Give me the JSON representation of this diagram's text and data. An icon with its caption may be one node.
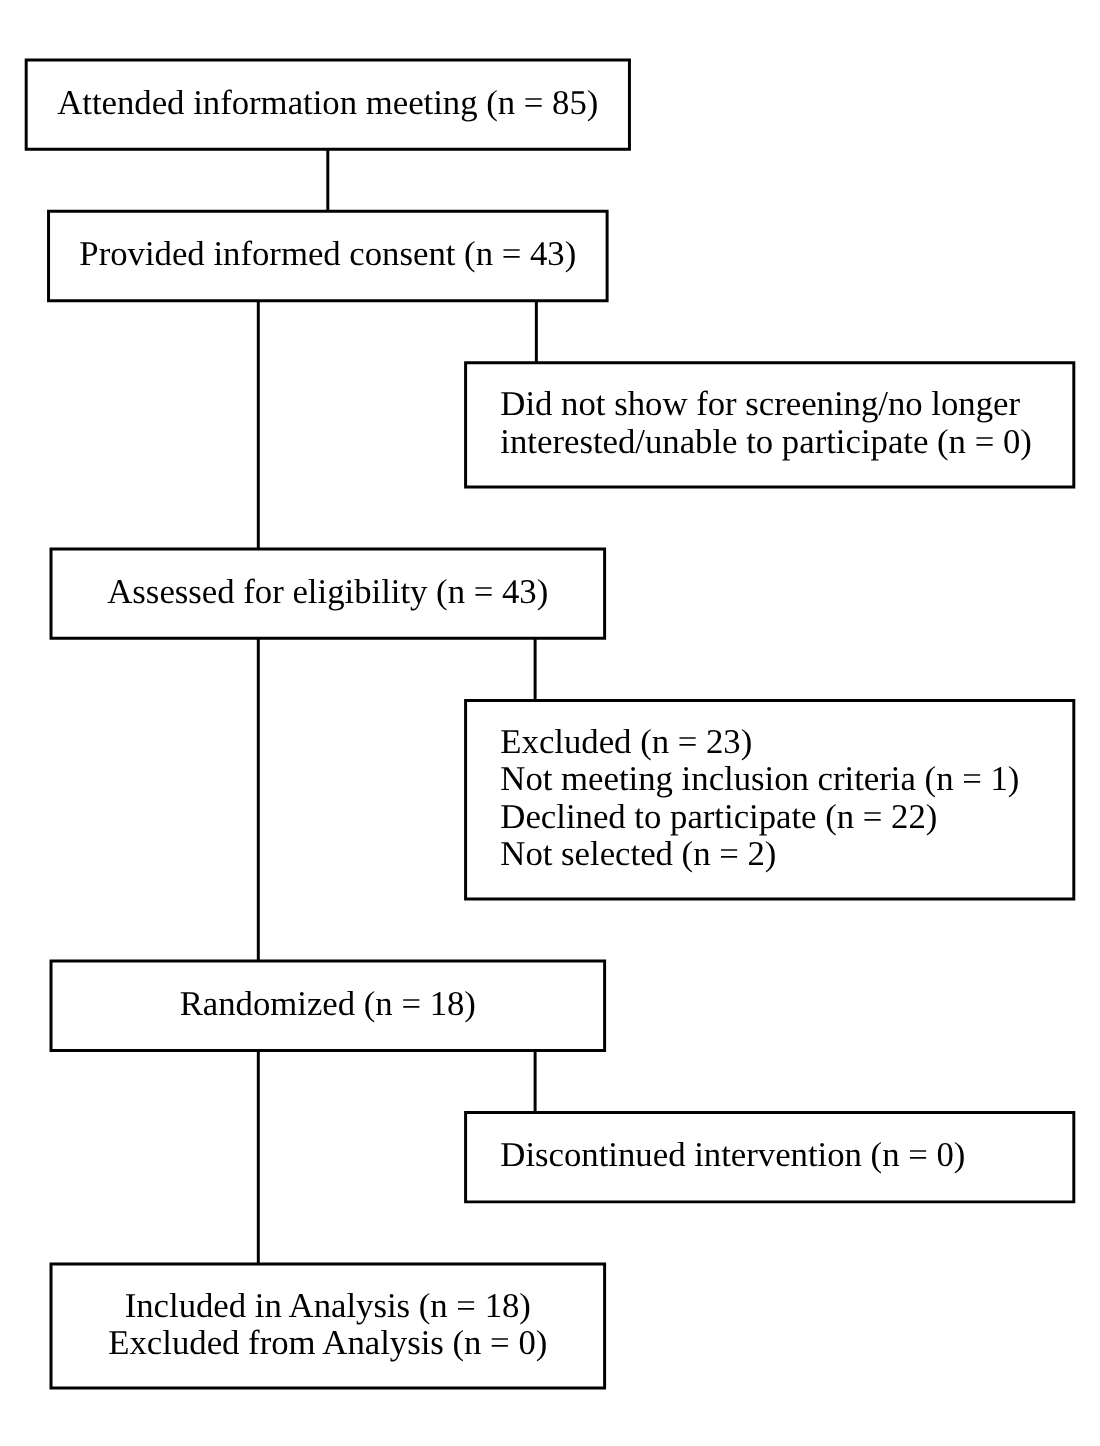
{
  "diagram": {
    "nodes": [
      {
        "text": [
          "Attended information meeting (n = 85)"
        ]
      },
      {
        "text": [
          "Provided informed consent (n = 43)"
        ]
      },
      {
        "text": [
          "Did not show for screening/no longer interested/unable to participate (n = 0)"
        ]
      },
      {
        "text": [
          "Assessed for eligibility (n = 43)"
        ]
      },
      {
        "text": [
          "Excluded (n = 23)",
          "Not meeting inclusion criteria (n = 1)",
          "Declined to participate (n = 22)",
          "Not selected (n = 2)"
        ]
      },
      {
        "text": [
          "Randomized (n = 18)"
        ]
      },
      {
        "text": [
          "Discontinued intervention (n = 0)"
        ]
      },
      {
        "text": [
          "Included in Analysis (n = 18)",
          "Excluded from Analysis (n = 0)"
        ]
      }
    ],
    "edges": [
      {
        "from": 0,
        "to": 1,
        "arrow": "none"
      },
      {
        "from": 1,
        "to": 2,
        "arrow": "none"
      },
      {
        "from": 1,
        "to": 3,
        "arrow": "none"
      },
      {
        "from": 3,
        "to": 4,
        "arrow": "none"
      },
      {
        "from": 3,
        "to": 5,
        "arrow": "none"
      },
      {
        "from": 5,
        "to": 6,
        "arrow": "none"
      },
      {
        "from": 5,
        "to": 7,
        "arrow": "none"
      }
    ]
  }
}
